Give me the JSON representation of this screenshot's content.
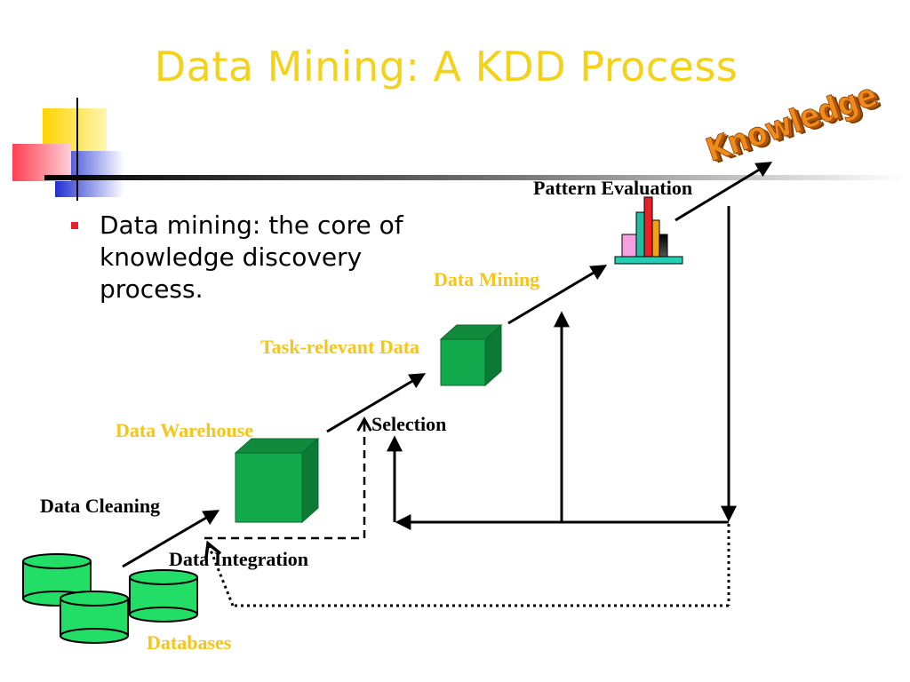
{
  "slide": {
    "title": "Data Mining: A KDD Process",
    "bullet": "Data mining: the core of knowledge discovery process."
  },
  "diagram": {
    "labels": {
      "knowledge": "Knowledge",
      "pattern_evaluation": "Pattern Evaluation",
      "data_mining": "Data Mining",
      "task_relevant_data": "Task-relevant Data",
      "selection": "Selection",
      "data_warehouse": "Data Warehouse",
      "data_cleaning": "Data Cleaning",
      "data_integration": "Data Integration",
      "databases": "Databases"
    },
    "colors": {
      "title_yellow": "#f5d21a",
      "label_yellow": "#f5c518",
      "cube_green": "#0fa04a",
      "db_green": "#22dd66",
      "knowledge_orange": "#f08a1a",
      "bullet_red": "#e8202a"
    }
  }
}
